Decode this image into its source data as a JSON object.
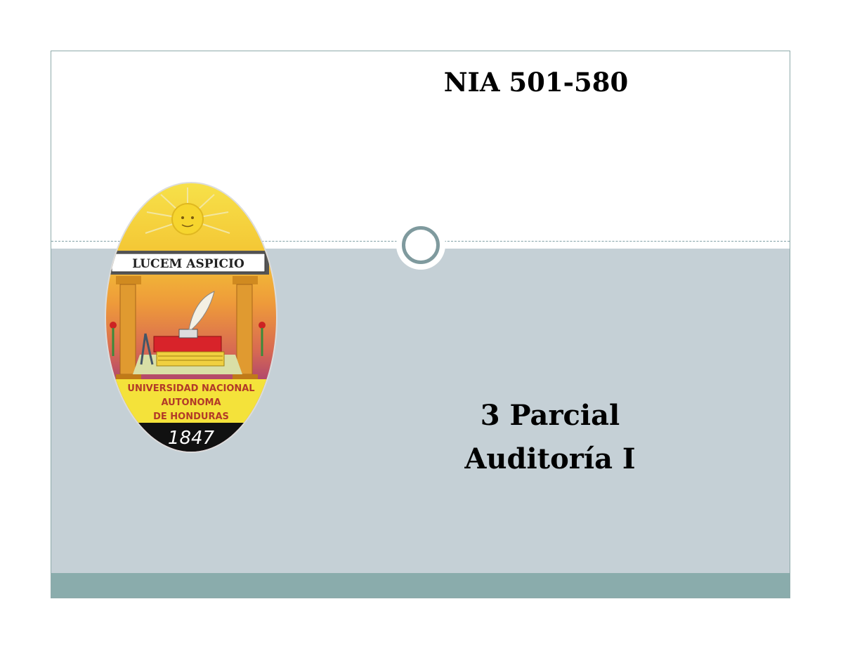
{
  "slide": {
    "header_title": "NIA 501-580",
    "main_title_line1": "3 Parcial",
    "main_title_line2": "Auditoría I"
  },
  "logo": {
    "motto": "LUCEM ASPICIO",
    "banner_line1": "UNIVERSIDAD NACIONAL",
    "banner_line2": "AUTONOMA",
    "banner_line3": "DE HONDURAS",
    "year": "1847"
  },
  "colors": {
    "panel_gray": "#c5d0d6",
    "footer_teal": "#8aacac",
    "border": "#8eaaaa",
    "ring": "#7f9a9e"
  }
}
